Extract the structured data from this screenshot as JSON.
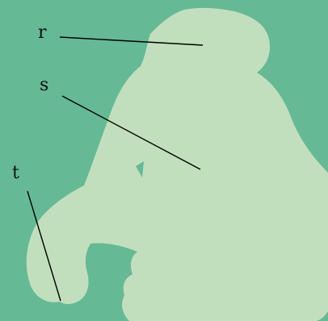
{
  "labels": {
    "r": "r",
    "s": "s",
    "t": "t"
  },
  "colors": {
    "background": "#66b995",
    "silhouette": "#c2dfbd",
    "leader_line": "#000000",
    "text": "#111111"
  }
}
